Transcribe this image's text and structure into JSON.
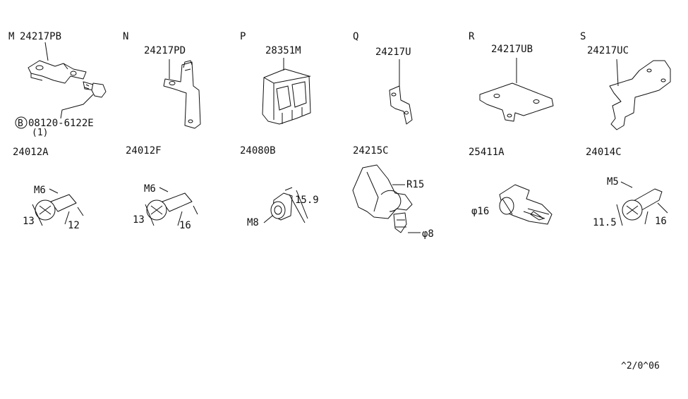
{
  "sections": [
    {
      "letter": "M",
      "part": "24217PB"
    },
    {
      "letter": "N",
      "part": "24217PD"
    },
    {
      "letter": "P",
      "part": "28351M"
    },
    {
      "letter": "Q",
      "part": "24217U"
    },
    {
      "letter": "R",
      "part": "24217UB"
    },
    {
      "letter": "S",
      "part": "24217UC"
    }
  ],
  "bolt_callout": {
    "circle": "B",
    "part": "08120-6122E",
    "qty": "(1)"
  },
  "fasteners": [
    {
      "part": "24012A",
      "thread": "M6",
      "dims": [
        "13",
        "12"
      ]
    },
    {
      "part": "24012F",
      "thread": "M6",
      "dims": [
        "13",
        "16"
      ]
    },
    {
      "part": "24080B",
      "thread": "M8",
      "dims": [
        "15.9"
      ]
    },
    {
      "part": "24215C",
      "dims": [
        "R15",
        "φ8"
      ]
    },
    {
      "part": "25411A",
      "dims": [
        "φ16"
      ]
    },
    {
      "part": "24014C",
      "thread": "M5",
      "dims": [
        "11.5",
        "16"
      ]
    }
  ],
  "diagram_code": "^2/0^06"
}
